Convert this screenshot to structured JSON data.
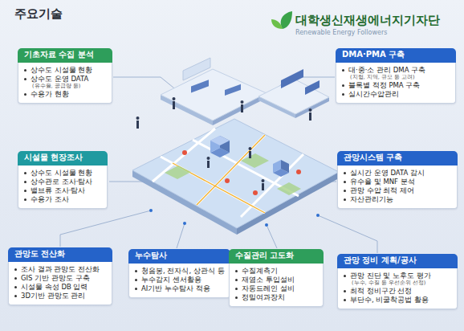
{
  "diagram": {
    "title": "주요기술",
    "nodes": [
      {
        "text": [
          "기초자료 수집 분석",
          "상수도 시설물 현황",
          "상수도 운영 DATA",
          "(유수율, 공급량 등)",
          "수용가 현황"
        ]
      },
      {
        "text": [
          "DMA·PMA 구축",
          "대·중·소 관리 DMA 구축",
          "(지형, 지역, 규모 등 고려)",
          "블록별 적정 PMA 구축",
          "실시간수압관리"
        ]
      },
      {
        "text": [
          "시설물 현장조사",
          "상수도 시설물 현황",
          "상수관로 조사·탐사",
          "밸브류 조사·탐사",
          "수용가 조사"
        ]
      },
      {
        "text": [
          "관망시스템 구축",
          "실시간 운영 DATA 감시",
          "유수율 및 MNF 분석",
          "관망 수압 최적 제어",
          "자산관리기능"
        ]
      },
      {
        "text": [
          "관망도 전산화",
          "조사 결과 관망도 전산화",
          "GIS 기반 관망도 구축",
          "시설물 속성 DB 입력",
          "3D기반 관망도 관리"
        ]
      },
      {
        "text": [
          "누수탐사",
          "청음봉, 전자식, 상관식 등",
          "누수감지 센서활용",
          "AI기반 누수탐사 적용"
        ]
      },
      {
        "text": [
          "수질관리 고도화",
          "수질계측기",
          "재염소 투입설비",
          "자동드레인 설비",
          "정밀여과장치"
        ]
      },
      {
        "text": [
          "관망 정비 계획/공사",
          "관망 진단 및 노후도 평가",
          "(누수, 수질 등 우선순위 선정)",
          "최적 정비구간 선정",
          "부단수, 비굴착공법 활용"
        ]
      }
    ],
    "edges": [],
    "labels": [
      "대학생신재생에너지기자단",
      "Renewable Energy Followers"
    ]
  }
}
